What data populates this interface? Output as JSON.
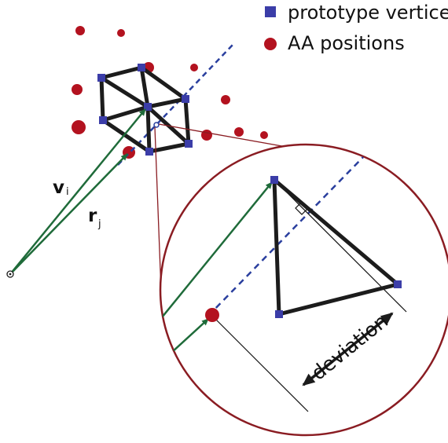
{
  "legend": {
    "vertices_label": "prototype vertices",
    "aa_label": "AA positions"
  },
  "labels": {
    "v_symbol": "v",
    "v_subscript": "i",
    "r_symbol": "r",
    "r_subscript": "j",
    "deviation": "deviation"
  },
  "colors": {
    "vertex": "#3b3da8",
    "aa": "#b3121f",
    "mesh": "#1c1c1c",
    "vector": "#1f6b3a",
    "axis": "#2a3f9e",
    "zoom_circle": "#8a1c22",
    "text": "#111111"
  },
  "icons": {
    "vertex_marker": "blue-square",
    "aa_marker": "red-dot",
    "origin_marker": "circled-dot"
  }
}
